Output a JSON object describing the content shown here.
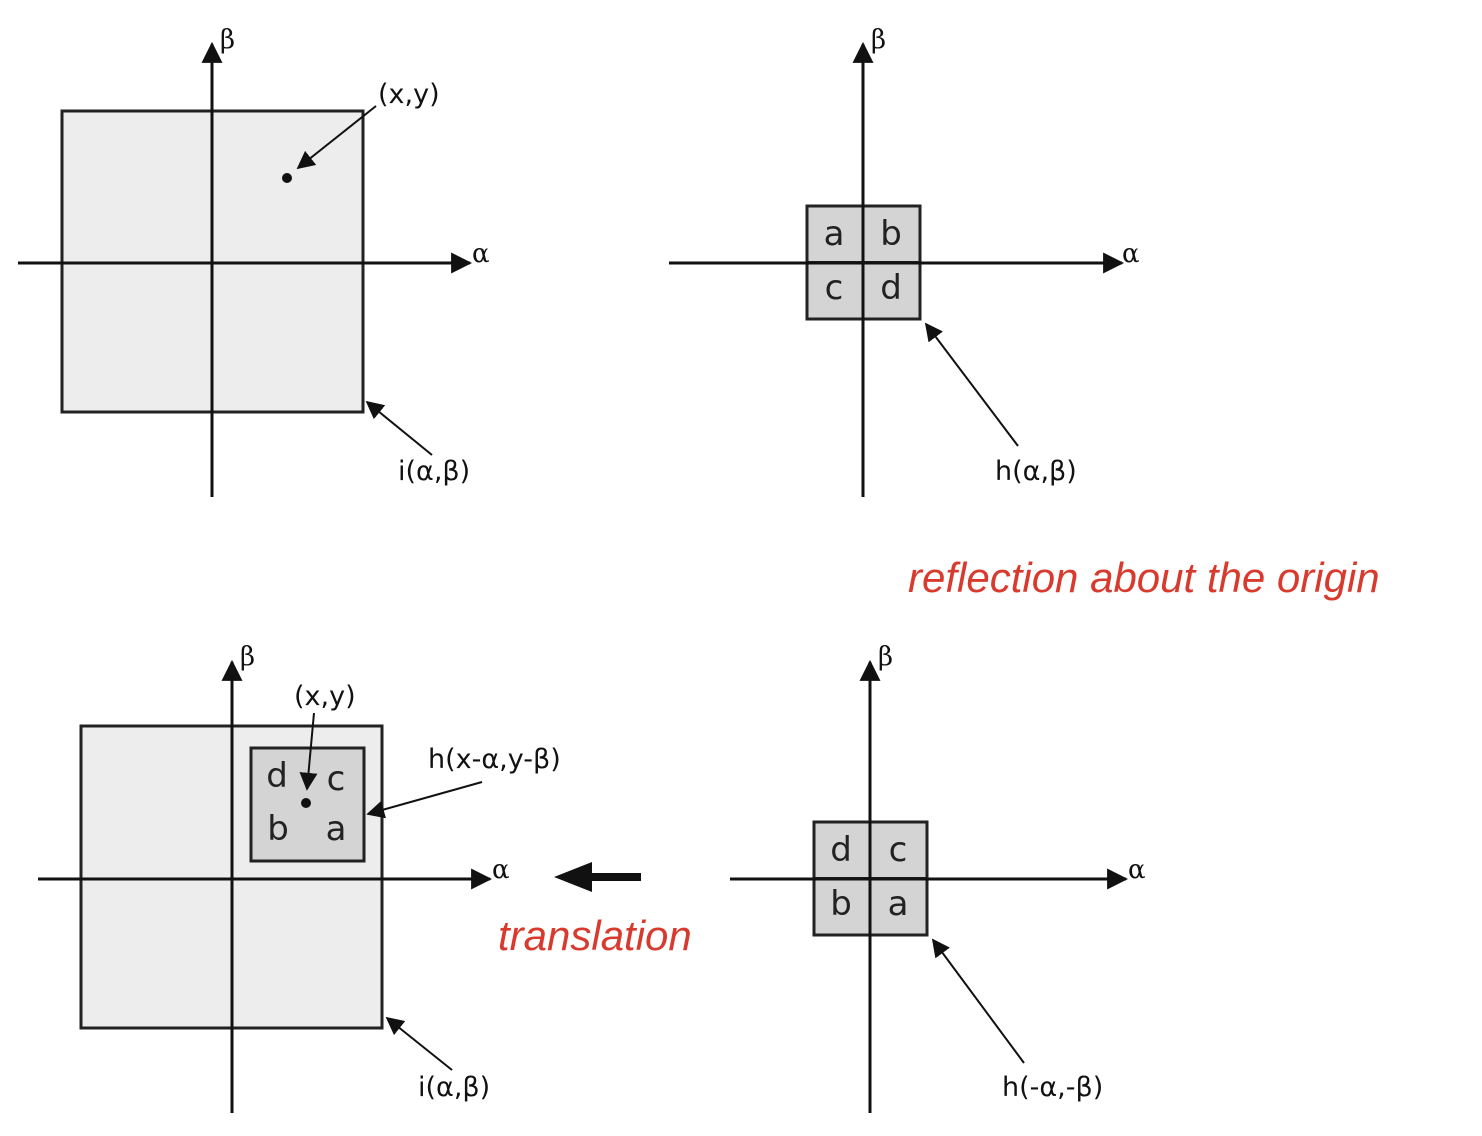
{
  "axes": {
    "alpha": "α",
    "beta": "β"
  },
  "panel_top_left": {
    "point_label": "(x,y)",
    "image_label": "i(α,β)"
  },
  "panel_top_right": {
    "kernel_cells": [
      "a",
      "b",
      "c",
      "d"
    ],
    "kernel_label": "h(α,β)"
  },
  "panel_bottom_right": {
    "kernel_cells": [
      "d",
      "c",
      "b",
      "a"
    ],
    "kernel_label": "h(-α,-β)"
  },
  "panel_bottom_left": {
    "point_label": "(x,y)",
    "kernel_cells": [
      "d",
      "c",
      "b",
      "a"
    ],
    "kernel_label": "h(x-α,y-β)",
    "image_label": "i(α,β)"
  },
  "annotations": {
    "reflection": "reflection about the origin",
    "translation": "translation"
  },
  "colors": {
    "annotation": "#d93a2e",
    "image_fill": "#ededed",
    "kernel_fill": "#d4d4d4"
  }
}
